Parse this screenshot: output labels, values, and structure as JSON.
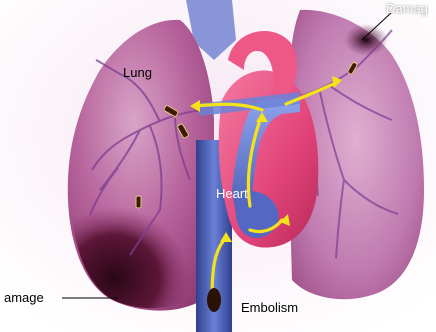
{
  "labels": {
    "lung": "Lung",
    "heart": "Heart",
    "embolism": "Embolism",
    "damage_left": "amage",
    "damage_top_right": "Damag"
  },
  "colors": {
    "lung_tissue": "#c06aa6",
    "lung_damage": "#3a0d22",
    "heart_muscle": "#e2447a",
    "vena_cava": "#4b5fb4",
    "pulmonary_artery": "#5a74c9",
    "blood_flow_arrow": "#f4e318",
    "clot": "#2b1206"
  },
  "icons": {
    "flow_arrows": "yellow-arrow-icon",
    "clots": "blood-clot-icon"
  }
}
